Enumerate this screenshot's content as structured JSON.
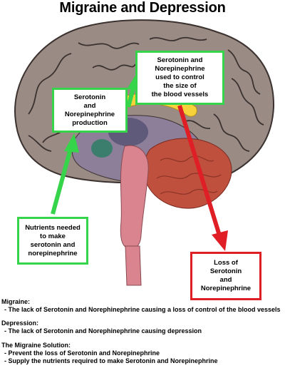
{
  "title": "Migraine and Depression",
  "boxes": {
    "production": "Serotonin\nand\nNorepinephrine\nproduction",
    "control": "Serotonin and\nNorepinephrine\nused to control\nthe size of\nthe blood vessels",
    "nutrients": "Nutrients needed\nto make\nserotonin and\nnorepinephrine",
    "loss": "Loss of\nSerotonin\nand\nNorepinephrine"
  },
  "notes": {
    "migraine_heading": "Migraine:",
    "migraine_text": "- The lack of Serotonin and Norephinephrine causing a loss of control of the blood vessels",
    "depression_heading": "Depression:",
    "depression_text": "- The lack of Serotonin and Norephinephrine causing depression",
    "solution_heading": "The Migraine Solution:",
    "solution_item_1": "- Prevent the loss of Serotonin and Norepinephrine",
    "solution_item_2": "- Supply the nutrients required to make Serotonin and Norepinephrine"
  },
  "colors": {
    "green_arrow": "#35d44a",
    "red_arrow": "#e01e25",
    "cortex": "#9a8b85",
    "cerebellum": "#c0503e",
    "brainstem": "#d9848f",
    "yellow_band": "#f7d23a"
  }
}
